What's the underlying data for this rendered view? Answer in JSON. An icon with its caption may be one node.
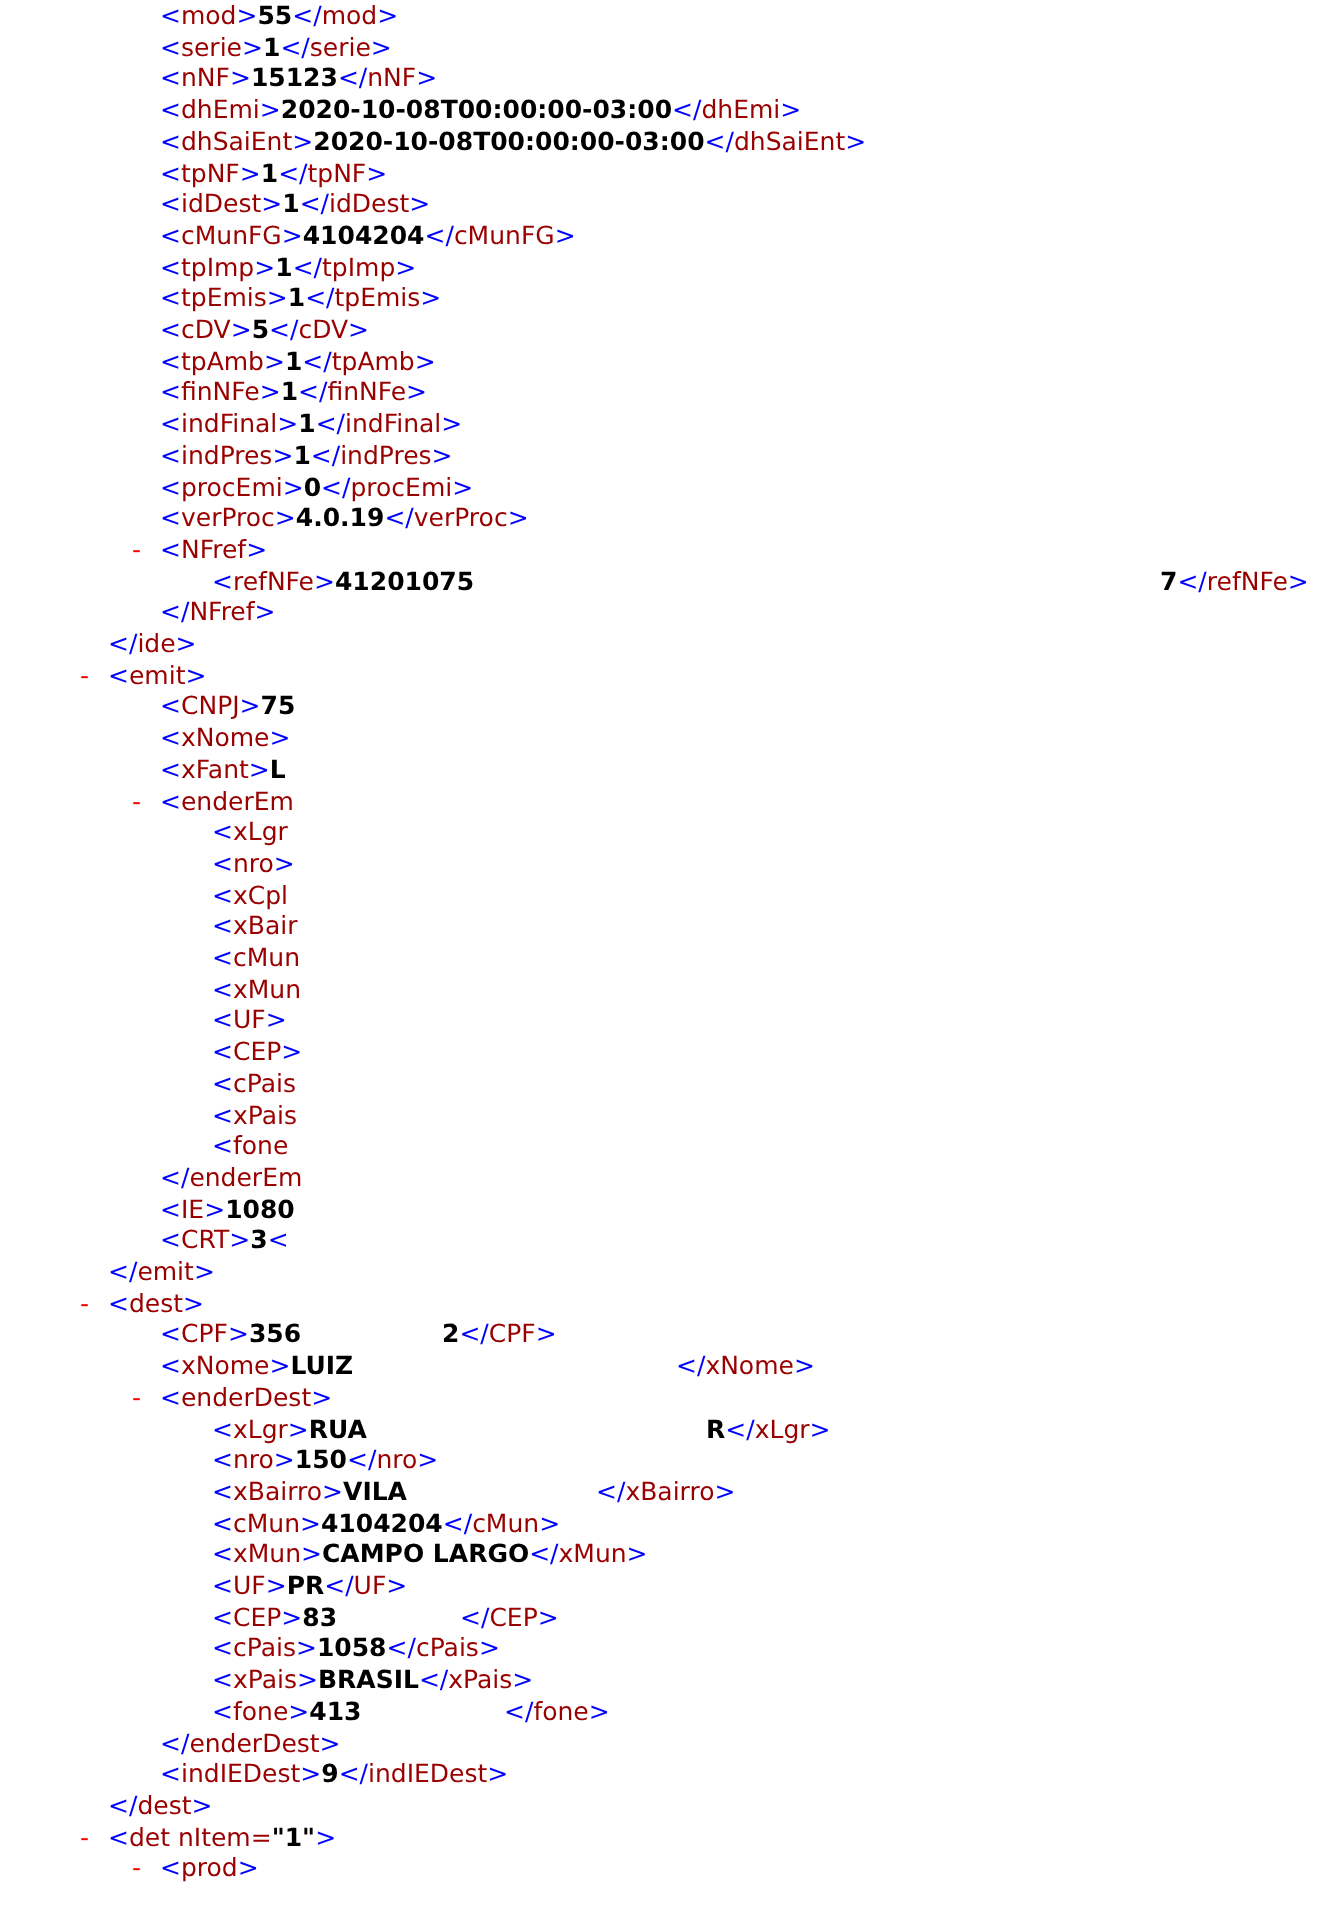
{
  "diagram": {
    "labels": [
      "<mod>55</mod>",
      "<serie>1</serie>",
      "<nNF>15123</nNF>",
      "<dhEmi>2020-10-08T00:00:00-03:00</dhEmi>",
      "<dhSaiEnt>2020-10-08T00:00:00-03:00</dhSaiEnt>",
      "<tpNF>1</tpNF>",
      "<idDest>1</idDest>",
      "<cMunFG>4104204</cMunFG>",
      "<tpImp>1</tpImp>",
      "<tpEmis>1</tpEmis>",
      "<cDV>5</cDV>",
      "<tpAmb>1</tpAmb>",
      "<finNFe>1</finNFe>",
      "<indFinal>1</indFinal>",
      "<indPres>1</indPres>",
      "<procEmi>0</procEmi>",
      "<verProc>4.0.19</verProc>",
      "-",
      "<NFref>",
      "<refNFe>41201075",
      "7</refNFe>",
      "</NFref>",
      "</ide>",
      "-",
      "<emit>",
      "<CNPJ>75",
      "<xNome>",
      "<xFant>L",
      "-",
      "<enderEm",
      "<xLgr",
      "<nro>",
      "<xCpl",
      "<xBair",
      "<cMun",
      "<xMun",
      "<UF>",
      "<CEP>",
      "<cPais",
      "<xPais",
      "<fone",
      "</enderEm",
      "<IE>1080",
      "<CRT>3<",
      "</emit>",
      "-",
      "<dest>",
      "<CPF>356",
      "2</CPF>",
      "<xNome>LUIZ",
      "</xNome>",
      "-",
      "<enderDest>",
      "<xLgr>RUA",
      "R</xLgr>",
      "<nro>150</nro>",
      "<xBairro>VILA",
      "</xBairro>",
      "<cMun>4104204</cMun>",
      "<xMun>CAMPO LARGO</xMun>",
      "<UF>PR</UF>",
      "<CEP>83",
      "</CEP>",
      "<cPais>1058</cPais>",
      "<xPais>BRASIL</xPais>",
      "<fone>413",
      "</fone>",
      "</enderDest>",
      "<indIEDest>9</indIEDest>",
      "</dest>",
      "-",
      "<det nItem=\"1\">",
      "-",
      "<prod>"
    ]
  }
}
